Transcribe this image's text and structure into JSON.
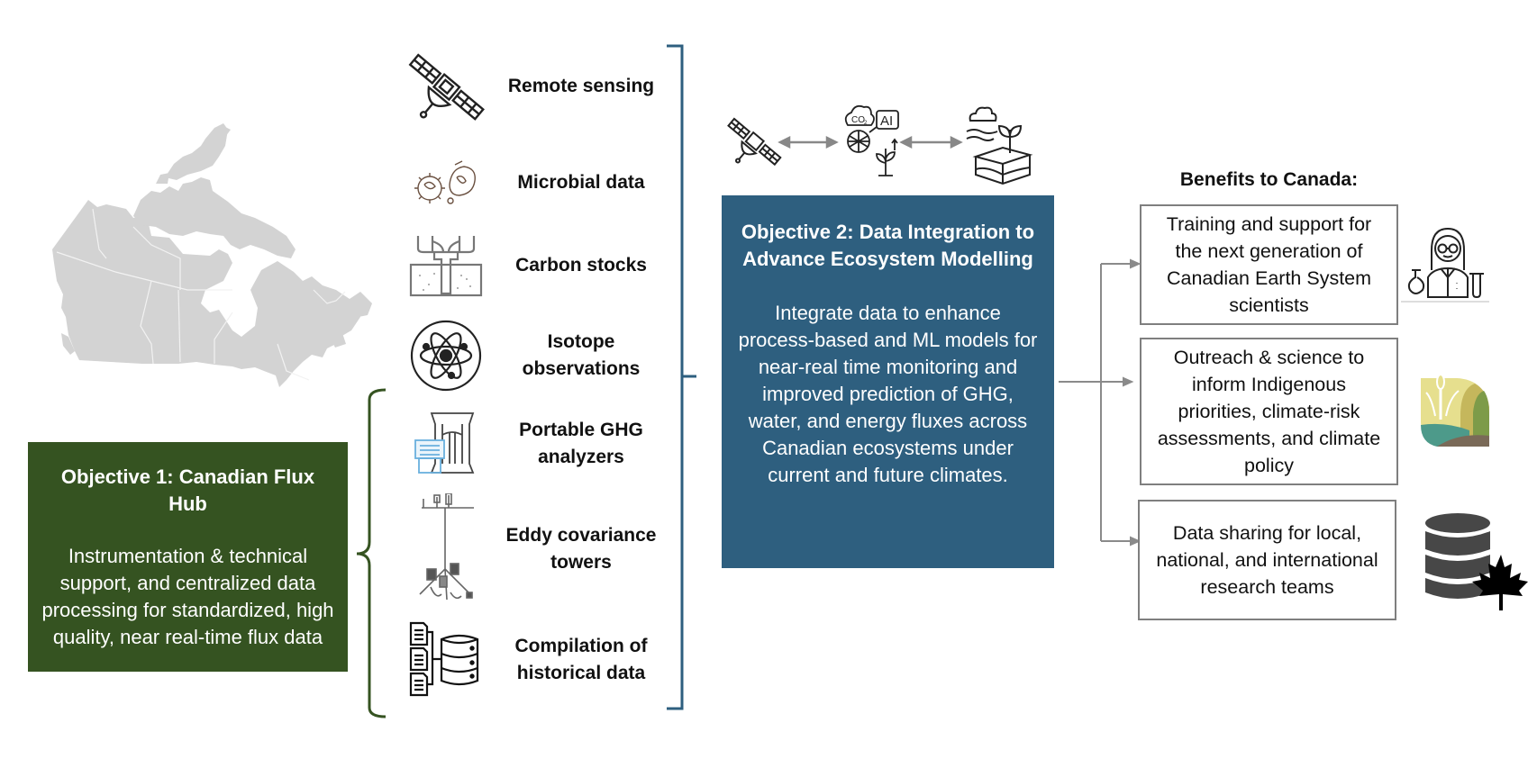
{
  "objective1": {
    "title": "Objective 1: Canadian Flux Hub",
    "description": "Instrumentation & technical support, and centralized data processing for standardized, high quality, near real-time flux data",
    "color": "#355321"
  },
  "data_sources": [
    {
      "label": "Remote sensing",
      "icon": "satellite-icon"
    },
    {
      "label": "Microbial data",
      "icon": "microbes-icon"
    },
    {
      "label": "Carbon stocks",
      "icon": "soil-core-icon"
    },
    {
      "label": "Isotope observations",
      "icon": "atom-icon"
    },
    {
      "label": "Portable GHG analyzers",
      "icon": "gas-analyzer-icon"
    },
    {
      "label": "Eddy covariance towers",
      "icon": "flux-tower-icon"
    },
    {
      "label": "Compilation of historical data",
      "icon": "documents-database-icon"
    }
  ],
  "integration_icons": [
    {
      "name": "satellite-icon"
    },
    {
      "name": "co2-ai-plant-icon",
      "text_co2": "CO",
      "text_co2_sub": "2",
      "text_ai": "AI"
    },
    {
      "name": "ecosystem-soil-icon"
    }
  ],
  "objective2": {
    "title": "Objective 2: Data Integration to Advance Ecosystem Modelling",
    "description": "Integrate data to enhance process-based and ML models for near-real time monitoring and improved prediction of GHG, water, and energy fluxes across Canadian ecosystems under current and future climates.",
    "color": "#2e5f7f"
  },
  "benefits": {
    "heading": "Benefits to Canada:",
    "items": [
      {
        "text": "Training and support for the next generation of Canadian Earth System scientists",
        "icon": "scientist-icon"
      },
      {
        "text": "Outreach & science to inform Indigenous priorities, climate-risk assessments, and climate policy",
        "icon": "landscape-logo-icon"
      },
      {
        "text": "Data sharing for local, national, and international research teams",
        "icon": "database-maple-leaf-icon"
      }
    ]
  },
  "colors": {
    "map_fill": "#d4d4d4",
    "connector_gray": "#8a8a8a",
    "box_border": "#7f7f7f"
  }
}
